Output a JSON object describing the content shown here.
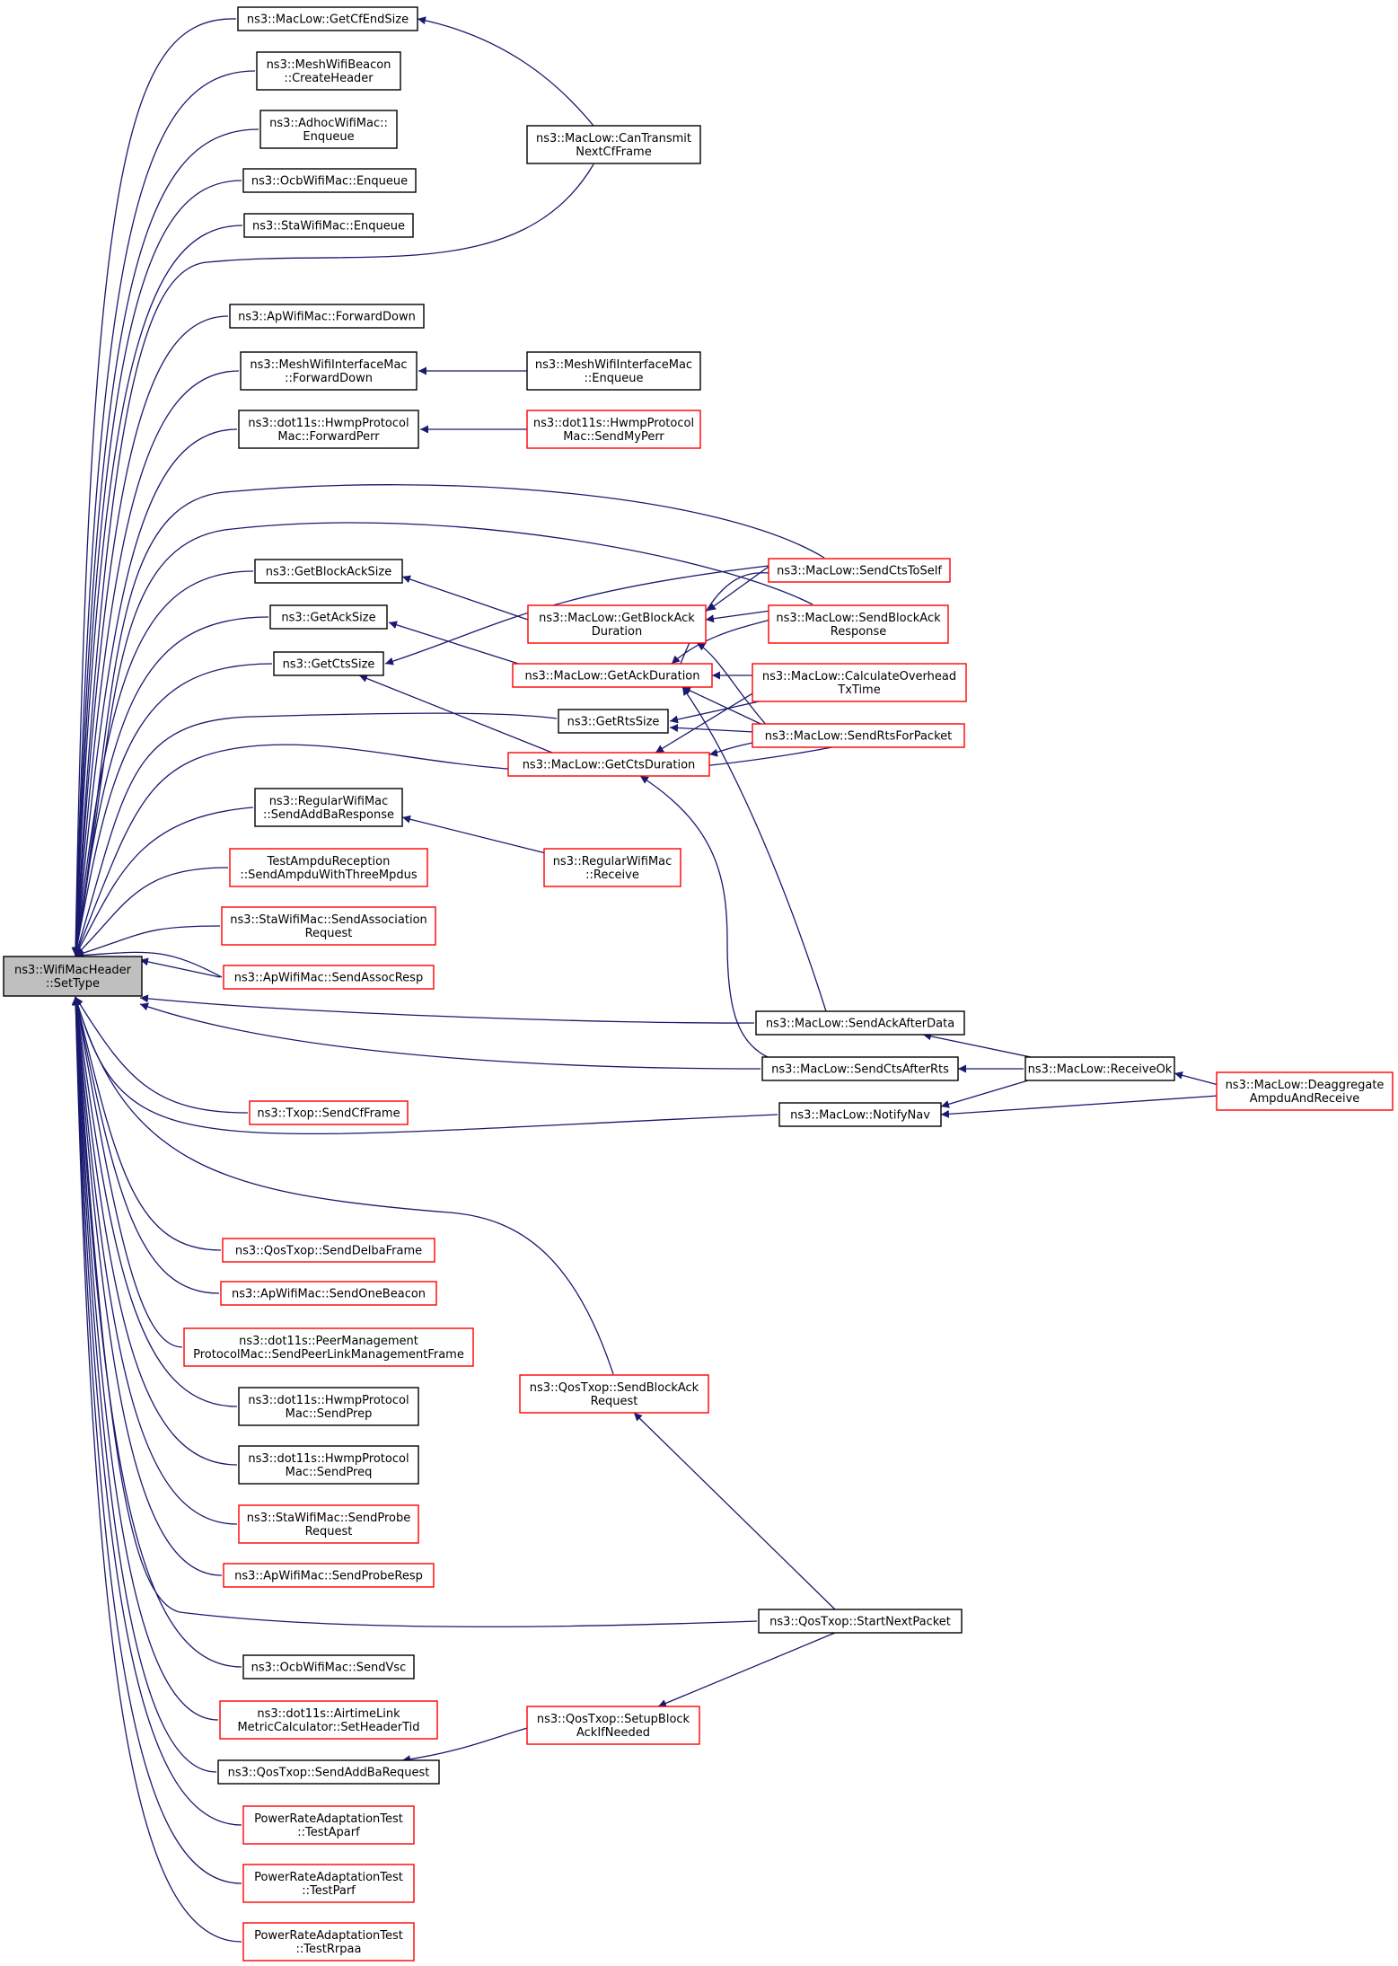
{
  "diagram": {
    "title": "",
    "colors": {
      "edge": "#191970",
      "node_border_default": "#000000",
      "node_border_red": "#ff0000",
      "focus_fill": "#bfbfbf",
      "background": "#ffffff"
    },
    "nodes": [
      {
        "id": "settype",
        "lines": [
          "ns3::WifiMacHeader",
          "::SetType"
        ],
        "style": "focus"
      },
      {
        "id": "getcfend",
        "lines": [
          "ns3::MacLow::GetCfEndSize"
        ],
        "style": "black"
      },
      {
        "id": "meshbeacon",
        "lines": [
          "ns3::MeshWifiBeacon",
          "::CreateHeader"
        ],
        "style": "black"
      },
      {
        "id": "adhoc",
        "lines": [
          "ns3::AdhocWifiMac::",
          "Enqueue"
        ],
        "style": "black"
      },
      {
        "id": "ocbenq",
        "lines": [
          "ns3::OcbWifiMac::Enqueue"
        ],
        "style": "black"
      },
      {
        "id": "staenq",
        "lines": [
          "ns3::StaWifiMac::Enqueue"
        ],
        "style": "black"
      },
      {
        "id": "cantransmit",
        "lines": [
          "ns3::MacLow::CanTransmit",
          "NextCfFrame"
        ],
        "style": "black"
      },
      {
        "id": "apfwd",
        "lines": [
          "ns3::ApWifiMac::ForwardDown"
        ],
        "style": "black"
      },
      {
        "id": "meshfwd",
        "lines": [
          "ns3::MeshWifiInterfaceMac",
          "::ForwardDown"
        ],
        "style": "black"
      },
      {
        "id": "meshenq",
        "lines": [
          "ns3::MeshWifiInterfaceMac",
          "::Enqueue"
        ],
        "style": "black"
      },
      {
        "id": "hwmpperr",
        "lines": [
          "ns3::dot11s::HwmpProtocol",
          "Mac::ForwardPerr"
        ],
        "style": "black"
      },
      {
        "id": "hwmpmyperr",
        "lines": [
          "ns3::dot11s::HwmpProtocol",
          "Mac::SendMyPerr"
        ],
        "style": "red"
      },
      {
        "id": "getbasize",
        "lines": [
          "ns3::GetBlockAckSize"
        ],
        "style": "black"
      },
      {
        "id": "getacksize",
        "lines": [
          "ns3::GetAckSize"
        ],
        "style": "black"
      },
      {
        "id": "getctssize",
        "lines": [
          "ns3::GetCtsSize"
        ],
        "style": "black"
      },
      {
        "id": "getbadur",
        "lines": [
          "ns3::MacLow::GetBlockAck",
          "Duration"
        ],
        "style": "red"
      },
      {
        "id": "getackdur",
        "lines": [
          "ns3::MacLow::GetAckDuration"
        ],
        "style": "red"
      },
      {
        "id": "getrtssize",
        "lines": [
          "ns3::GetRtsSize"
        ],
        "style": "black"
      },
      {
        "id": "getctsdur",
        "lines": [
          "ns3::MacLow::GetCtsDuration"
        ],
        "style": "red"
      },
      {
        "id": "ctstoself",
        "lines": [
          "ns3::MacLow::SendCtsToSelf"
        ],
        "style": "red"
      },
      {
        "id": "sendbaresp",
        "lines": [
          "ns3::MacLow::SendBlockAck",
          "Response"
        ],
        "style": "red"
      },
      {
        "id": "calcoverhead",
        "lines": [
          "ns3::MacLow::CalculateOverhead",
          "TxTime"
        ],
        "style": "red"
      },
      {
        "id": "sendrts",
        "lines": [
          "ns3::MacLow::SendRtsForPacket"
        ],
        "style": "red"
      },
      {
        "id": "addbaresp",
        "lines": [
          "ns3::RegularWifiMac",
          "::SendAddBaResponse"
        ],
        "style": "black"
      },
      {
        "id": "regrecv",
        "lines": [
          "ns3::RegularWifiMac",
          "::Receive"
        ],
        "style": "red"
      },
      {
        "id": "testampdu",
        "lines": [
          "TestAmpduReception",
          "::SendAmpduWithThreeMpdus"
        ],
        "style": "red"
      },
      {
        "id": "staassoc",
        "lines": [
          "ns3::StaWifiMac::SendAssociation",
          "Request"
        ],
        "style": "red"
      },
      {
        "id": "apassoc",
        "lines": [
          "ns3::ApWifiMac::SendAssocResp"
        ],
        "style": "red"
      },
      {
        "id": "ackafter",
        "lines": [
          "ns3::MacLow::SendAckAfterData"
        ],
        "style": "black"
      },
      {
        "id": "ctsafter",
        "lines": [
          "ns3::MacLow::SendCtsAfterRts"
        ],
        "style": "black"
      },
      {
        "id": "receiveok",
        "lines": [
          "ns3::MacLow::ReceiveOk"
        ],
        "style": "black"
      },
      {
        "id": "deagg",
        "lines": [
          "ns3::MacLow::Deaggregate",
          "AmpduAndReceive"
        ],
        "style": "red"
      },
      {
        "id": "txopcf",
        "lines": [
          "ns3::Txop::SendCfFrame"
        ],
        "style": "red"
      },
      {
        "id": "notifynav",
        "lines": [
          "ns3::MacLow::NotifyNav"
        ],
        "style": "black"
      },
      {
        "id": "delba",
        "lines": [
          "ns3::QosTxop::SendDelbaFrame"
        ],
        "style": "red"
      },
      {
        "id": "beacon",
        "lines": [
          "ns3::ApWifiMac::SendOneBeacon"
        ],
        "style": "red"
      },
      {
        "id": "peerlink",
        "lines": [
          "ns3::dot11s::PeerManagement",
          "ProtocolMac::SendPeerLinkManagementFrame"
        ],
        "style": "red"
      },
      {
        "id": "bareq",
        "lines": [
          "ns3::QosTxop::SendBlockAck",
          "Request"
        ],
        "style": "red"
      },
      {
        "id": "hwmpprep",
        "lines": [
          "ns3::dot11s::HwmpProtocol",
          "Mac::SendPrep"
        ],
        "style": "black"
      },
      {
        "id": "hwmppreq",
        "lines": [
          "ns3::dot11s::HwmpProtocol",
          "Mac::SendPreq"
        ],
        "style": "black"
      },
      {
        "id": "staprobe",
        "lines": [
          "ns3::StaWifiMac::SendProbe",
          "Request"
        ],
        "style": "red"
      },
      {
        "id": "approbe",
        "lines": [
          "ns3::ApWifiMac::SendProbeResp"
        ],
        "style": "red"
      },
      {
        "id": "startnext",
        "lines": [
          "ns3::QosTxop::StartNextPacket"
        ],
        "style": "black"
      },
      {
        "id": "ocbvsc",
        "lines": [
          "ns3::OcbWifiMac::SendVsc"
        ],
        "style": "black"
      },
      {
        "id": "airtime",
        "lines": [
          "ns3::dot11s::AirtimeLink",
          "MetricCalculator::SetHeaderTid"
        ],
        "style": "red"
      },
      {
        "id": "setupba",
        "lines": [
          "ns3::QosTxop::SetupBlock",
          "AckIfNeeded"
        ],
        "style": "red"
      },
      {
        "id": "addbareq",
        "lines": [
          "ns3::QosTxop::SendAddBaRequest"
        ],
        "style": "black"
      },
      {
        "id": "aparf",
        "lines": [
          "PowerRateAdaptationTest",
          "::TestAparf"
        ],
        "style": "red"
      },
      {
        "id": "parf",
        "lines": [
          "PowerRateAdaptationTest",
          "::TestParf"
        ],
        "style": "red"
      },
      {
        "id": "rrpaa",
        "lines": [
          "PowerRateAdaptationTest",
          "::TestRrpaa"
        ],
        "style": "red"
      }
    ]
  }
}
